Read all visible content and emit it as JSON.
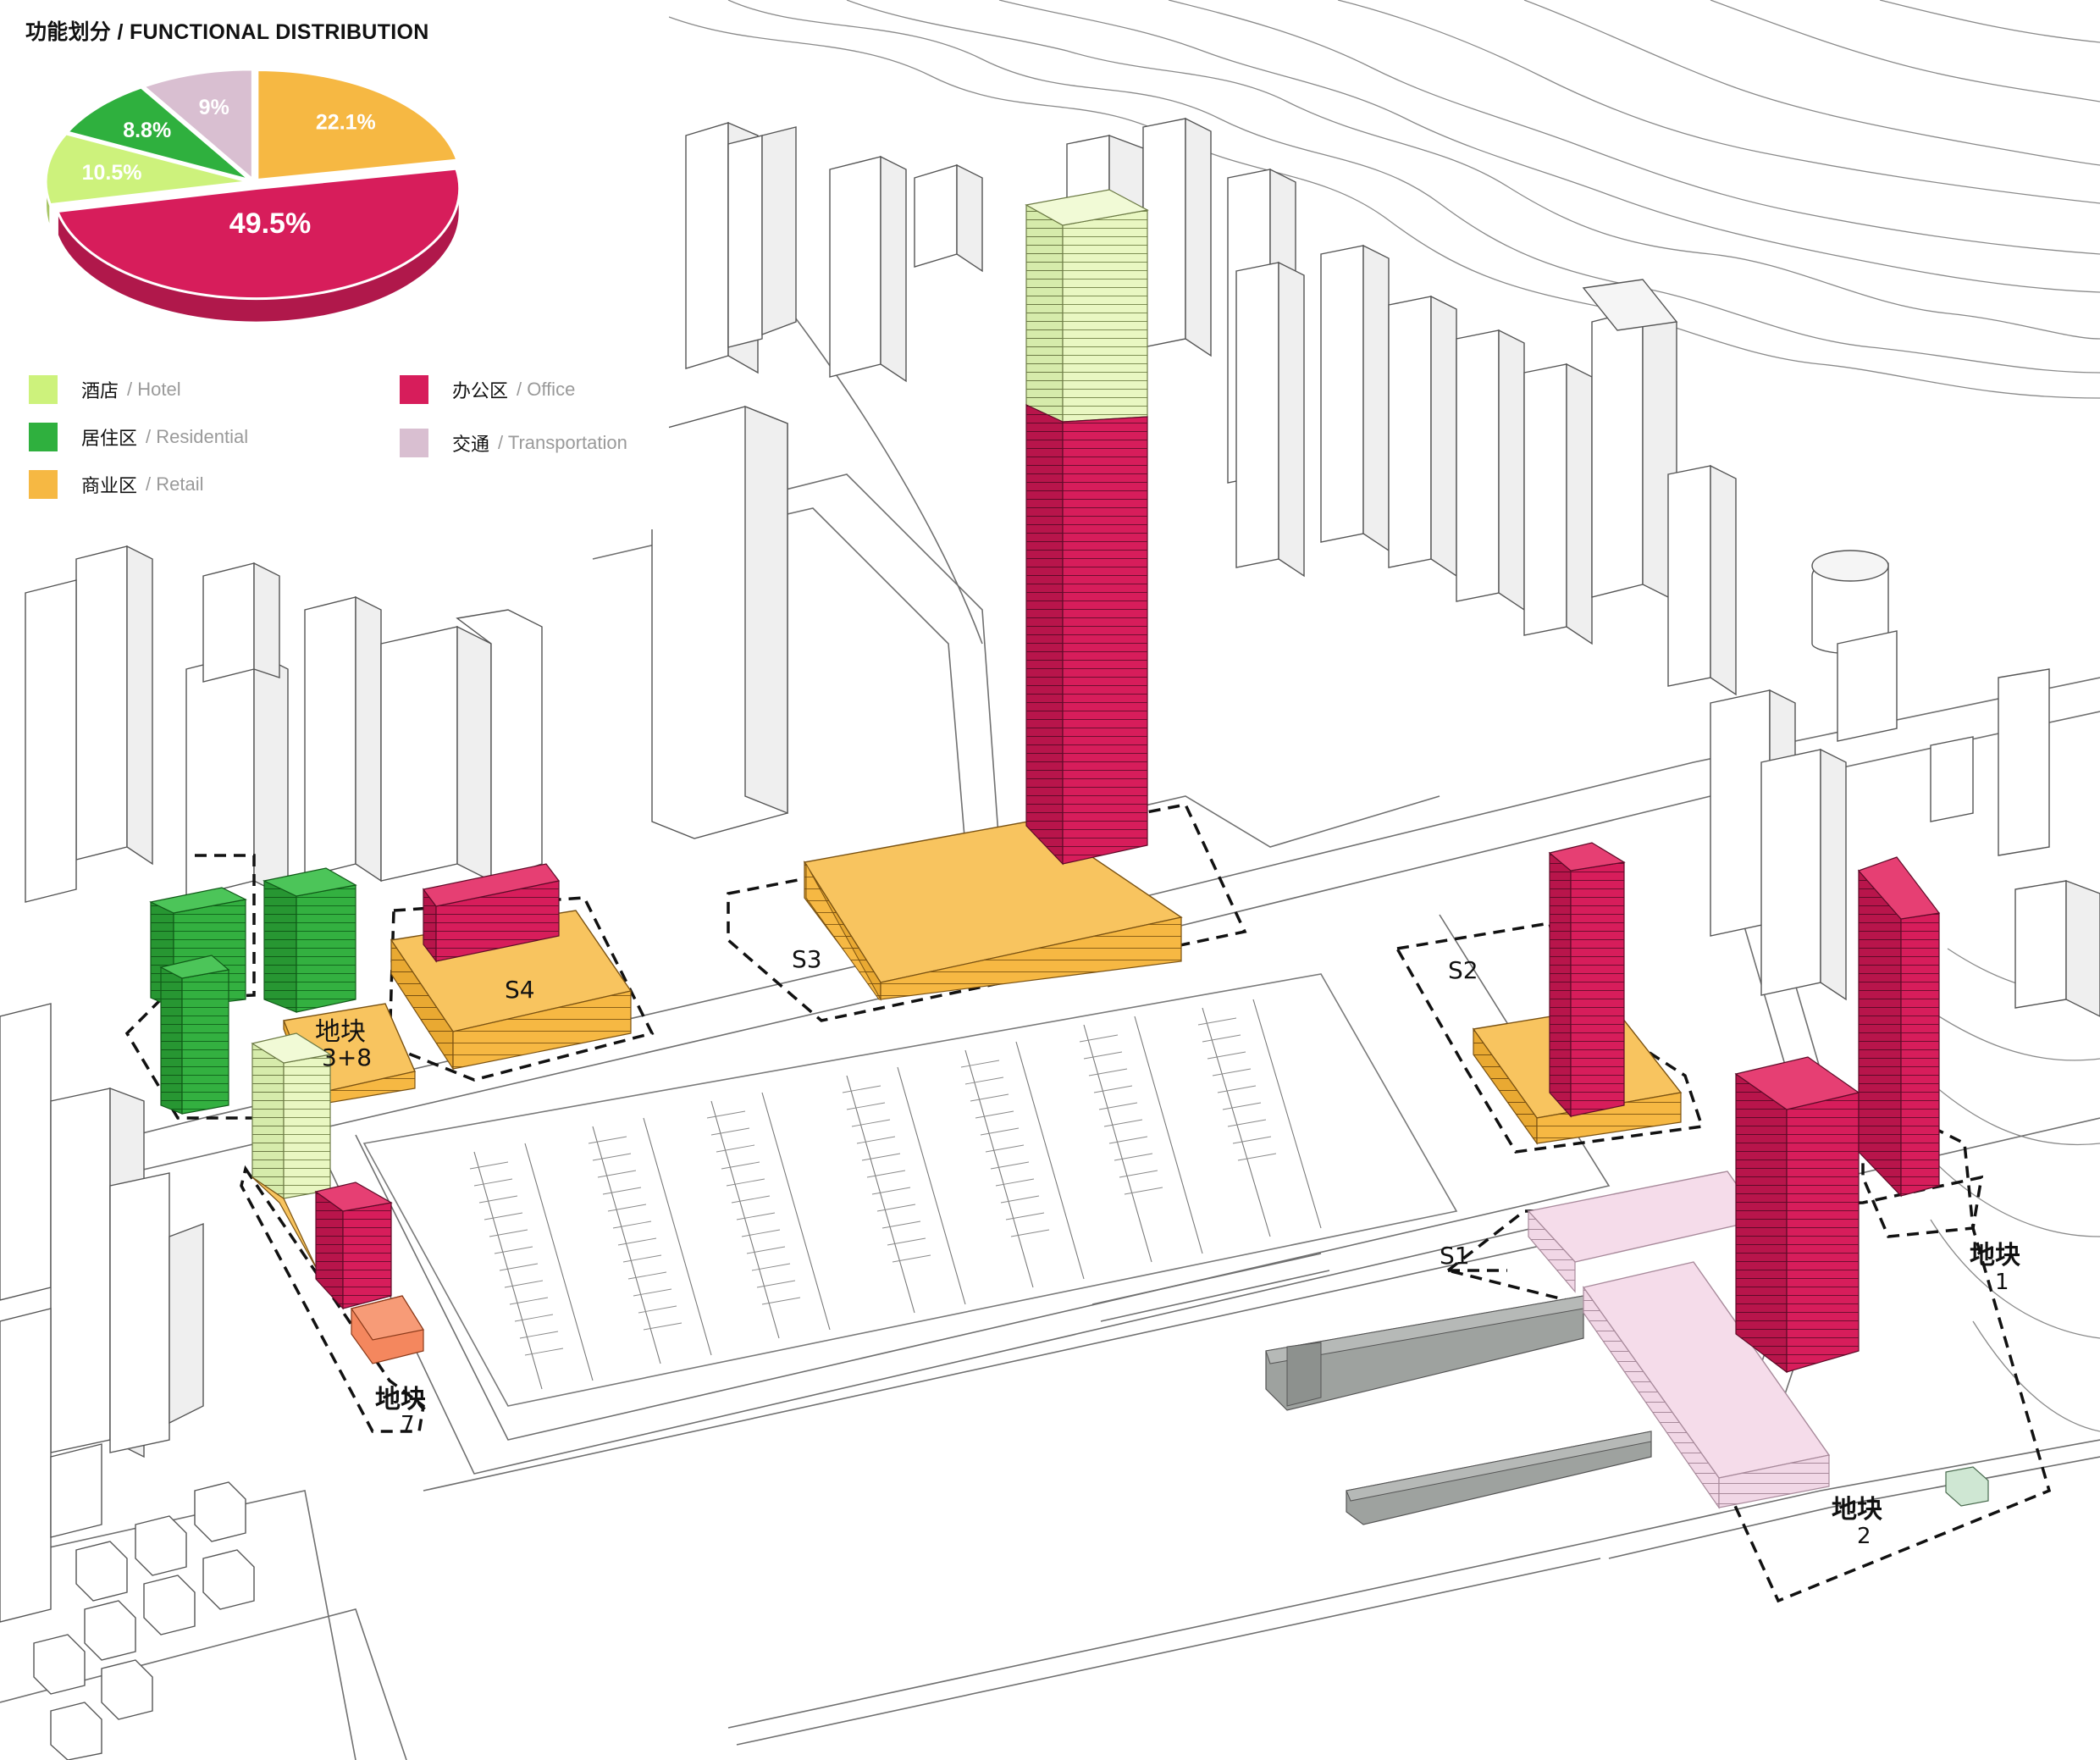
{
  "panel": {
    "title": "功能划分 / FUNCTIONAL DISTRIBUTION"
  },
  "chart_data": {
    "type": "pie",
    "slices": [
      {
        "label": "22.1%",
        "value": 22.1,
        "category": "商业区 / Retail",
        "color": "#f6b843"
      },
      {
        "label": "49.5%",
        "value": 49.5,
        "category": "办公区 / Office",
        "color": "#d71d5b"
      },
      {
        "label": "10.5%",
        "value": 10.5,
        "category": "酒店 / Hotel",
        "color": "#cdf27c"
      },
      {
        "label": "8.8%",
        "value": 8.8,
        "category": "居住区 / Residential",
        "color": "#2fb03e"
      },
      {
        "label": "9%",
        "value": 9,
        "category": "交通 / Transportation",
        "color": "#d9bfd1"
      }
    ]
  },
  "legend": [
    {
      "zh": "酒店",
      "en": "/ Hotel",
      "color": "#cdf27c"
    },
    {
      "zh": "居住区",
      "en": "/ Residential",
      "color": "#2fb03e"
    },
    {
      "zh": "商业区",
      "en": "/ Retail",
      "color": "#f6b843"
    },
    {
      "zh": "办公区",
      "en": "/ Office",
      "color": "#d71d5b"
    },
    {
      "zh": "交通",
      "en": "/ Transportation",
      "color": "#d9bfd1"
    }
  ],
  "plots": [
    {
      "id": "S3",
      "label": "S3"
    },
    {
      "id": "S4",
      "label": "S4"
    },
    {
      "id": "S2",
      "label": "S2"
    },
    {
      "id": "S1",
      "label": "S1"
    },
    {
      "id": "p38",
      "title": "地块",
      "number": "3+8"
    },
    {
      "id": "p7",
      "title": "地块",
      "number": "7"
    },
    {
      "id": "p1",
      "title": "地块",
      "number": "1"
    },
    {
      "id": "p2",
      "title": "地块",
      "number": "2"
    }
  ],
  "colors": {
    "hotel": "#cdf27c",
    "residential": "#2fb03e",
    "retail": "#f6b843",
    "office": "#d71d5b",
    "transportation": "#efd3e4",
    "context": "#ffffff",
    "grey_block": "#9ea29f",
    "orange_block": "#f4875e"
  }
}
